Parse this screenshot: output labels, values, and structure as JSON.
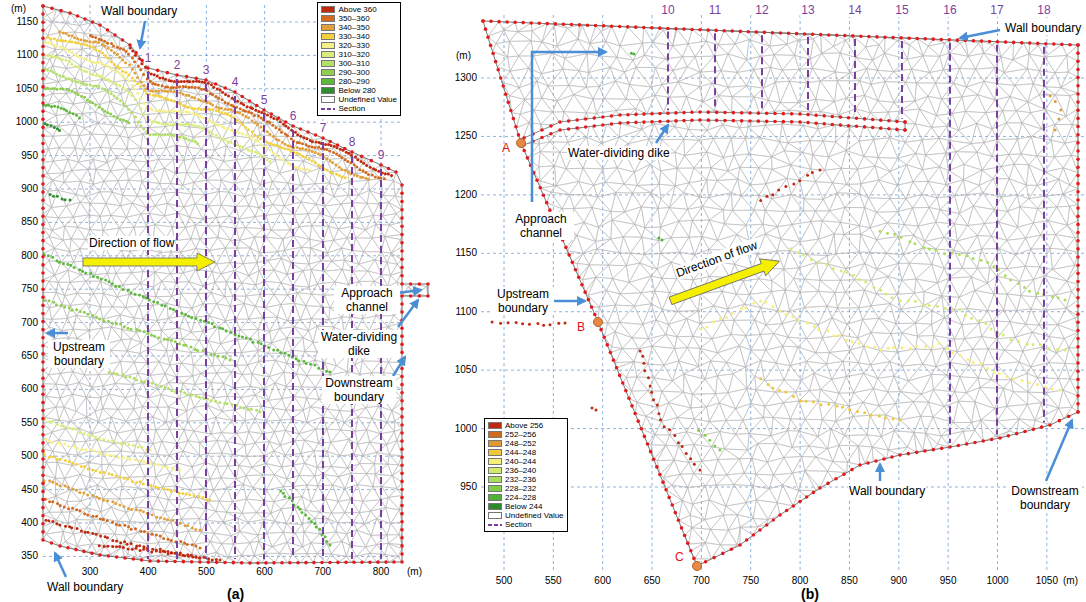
{
  "diagram": {
    "nodes": [
      {
        "text": [
          "A"
        ]
      },
      {
        "text": [
          "B"
        ]
      },
      {
        "text": [
          "C"
        ]
      }
    ],
    "labels": [
      "(m)",
      "1150",
      "1100",
      "1050",
      "1000",
      "950",
      "900",
      "850",
      "800",
      "750",
      "700",
      "650",
      "600",
      "550",
      "500",
      "450",
      "400",
      "350",
      "300",
      "400",
      "500",
      "600",
      "700",
      "800",
      "(m)",
      "1",
      "2",
      "3",
      "4",
      "5",
      "6",
      "7",
      "8",
      "9",
      "Wall boundary",
      "Direction of flow",
      "Approach channel",
      "Upstream boundary",
      "Water-dividing dike",
      "Downstream boundary",
      "Wall boundary",
      "(a)",
      "(m)",
      "1300",
      "1250",
      "1200",
      "1150",
      "1100",
      "1050",
      "1000",
      "950",
      "500",
      "550",
      "600",
      "650",
      "700",
      "750",
      "800",
      "850",
      "900",
      "950",
      "1000",
      "1050",
      "(m)",
      "10",
      "11",
      "12",
      "13",
      "14",
      "15",
      "16",
      "17",
      "18",
      "Wall boundary",
      "Approach channel",
      "Water-dividing dike",
      "Upstream boundary",
      "Direction of flow",
      "Wall boundary",
      "Downstream boundary",
      "(b)"
    ],
    "legend": [
      {
        "text": "Above 360",
        "color": "#c0280f"
      },
      {
        "text": "350–360",
        "color": "#d2691e"
      },
      {
        "text": "340–350",
        "color": "#e3a03a"
      },
      {
        "text": "330–340",
        "color": "#f2d13c"
      },
      {
        "text": "320–330",
        "color": "#f6f08a"
      },
      {
        "text": "310–320",
        "color": "#d9ed7a"
      },
      {
        "text": "300–310",
        "color": "#b4e06a"
      },
      {
        "text": "290–300",
        "color": "#8fcf4f"
      },
      {
        "text": "280–290",
        "color": "#5cb83a"
      },
      {
        "text": "Below 280",
        "color": "#2d8f2d"
      },
      {
        "text": "Undefined Value",
        "color": "#ffffff"
      },
      {
        "text": "Section"
      },
      {
        "text": "Above 256",
        "color": "#c0280f"
      },
      {
        "text": "252–256",
        "color": "#cf6a1e"
      },
      {
        "text": "248–252",
        "color": "#e09a34"
      },
      {
        "text": "244–248",
        "color": "#f0c93a"
      },
      {
        "text": "240–244",
        "color": "#f7ef7a"
      },
      {
        "text": "236–240",
        "color": "#d3ec6e"
      },
      {
        "text": "232–236",
        "color": "#a9df5c"
      },
      {
        "text": "228–232",
        "color": "#80cc44"
      },
      {
        "text": "224–228",
        "color": "#4fb236"
      },
      {
        "text": "Below 244",
        "color": "#2a8a2a"
      },
      {
        "text": "Undefined Value",
        "color": "#ffffff"
      },
      {
        "text": "Section"
      }
    ]
  }
}
